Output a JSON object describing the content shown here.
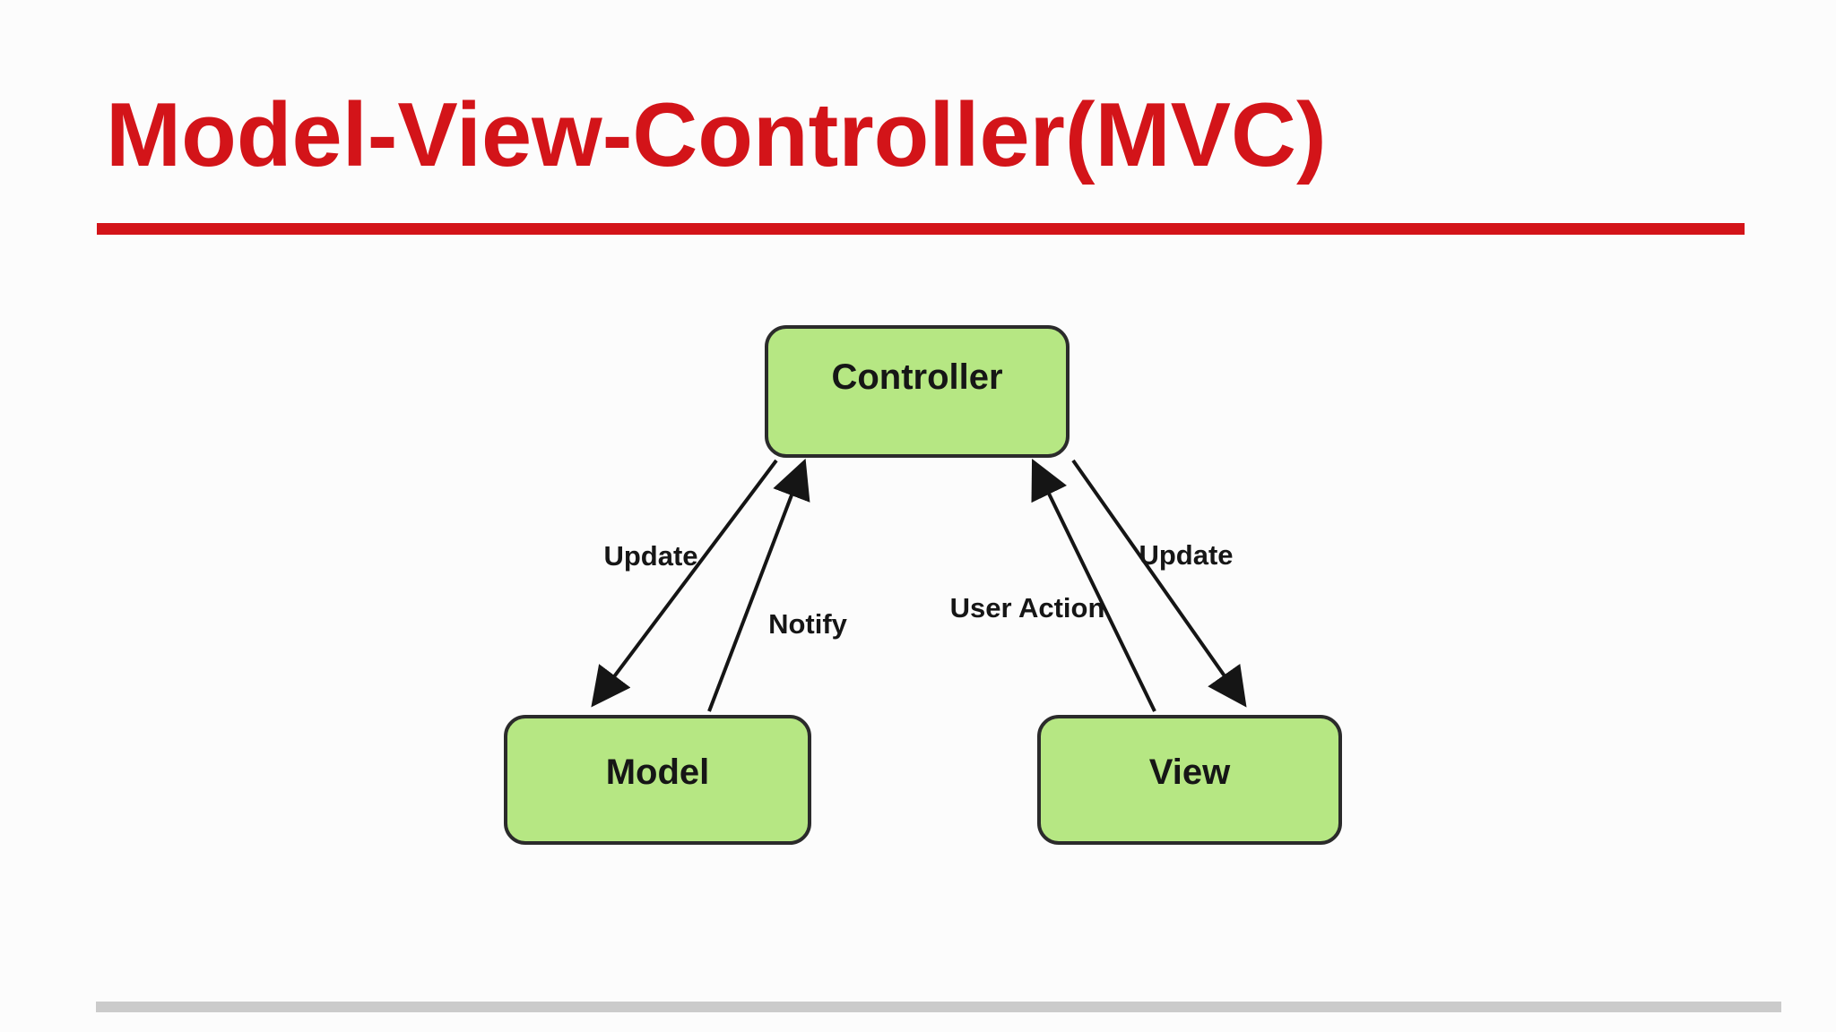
{
  "slide": {
    "title": "Model-View-Controller(MVC)"
  },
  "diagram": {
    "nodes": [
      {
        "id": "controller",
        "label": "Controller"
      },
      {
        "id": "model",
        "label": "Model"
      },
      {
        "id": "view",
        "label": "View"
      }
    ],
    "edges": [
      {
        "from": "controller",
        "to": "model",
        "label": "Update"
      },
      {
        "from": "model",
        "to": "controller",
        "label": "Notify"
      },
      {
        "from": "view",
        "to": "controller",
        "label": "User Action"
      },
      {
        "from": "controller",
        "to": "view",
        "label": "Update"
      }
    ]
  },
  "colors": {
    "accent_red": "#d31419",
    "node_fill": "#b6e783",
    "node_border": "#2b2b2b",
    "arrow_black": "#151515",
    "footer_gray": "#cbcbcb"
  }
}
